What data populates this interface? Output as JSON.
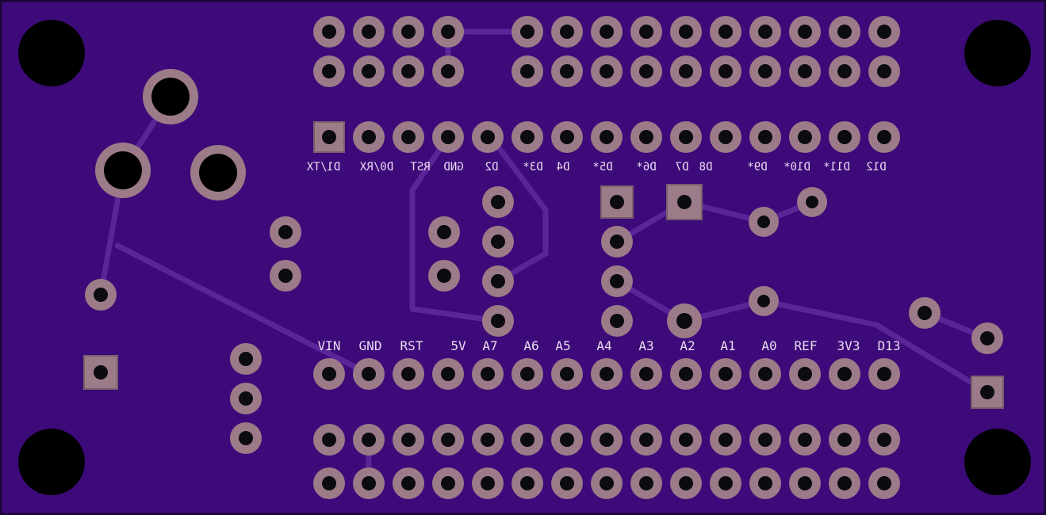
{
  "board": {
    "colors": {
      "substrate": "#3d0a7a",
      "edge": "#1a0633",
      "trace": "#5a2596",
      "pad": "#9c7b88",
      "pad_hole": "#0b0b10",
      "mount_hole": "#000000",
      "silkscreen": "#e9dcf0"
    },
    "top_mirrored_labels": [
      "D12",
      "D11*",
      "D10*",
      "D9*",
      "D8",
      "D7",
      "D6*",
      "D5*",
      "D4",
      "D3*",
      "D2",
      "GND",
      "RST",
      "D0/RX",
      "D1/TX"
    ],
    "bottom_labels": [
      "VIN",
      "GND",
      "RST",
      "5V",
      "A7",
      "A6",
      "A5",
      "A4",
      "A3",
      "A2",
      "A1",
      "A0",
      "REF",
      "3V3",
      "D13"
    ]
  }
}
